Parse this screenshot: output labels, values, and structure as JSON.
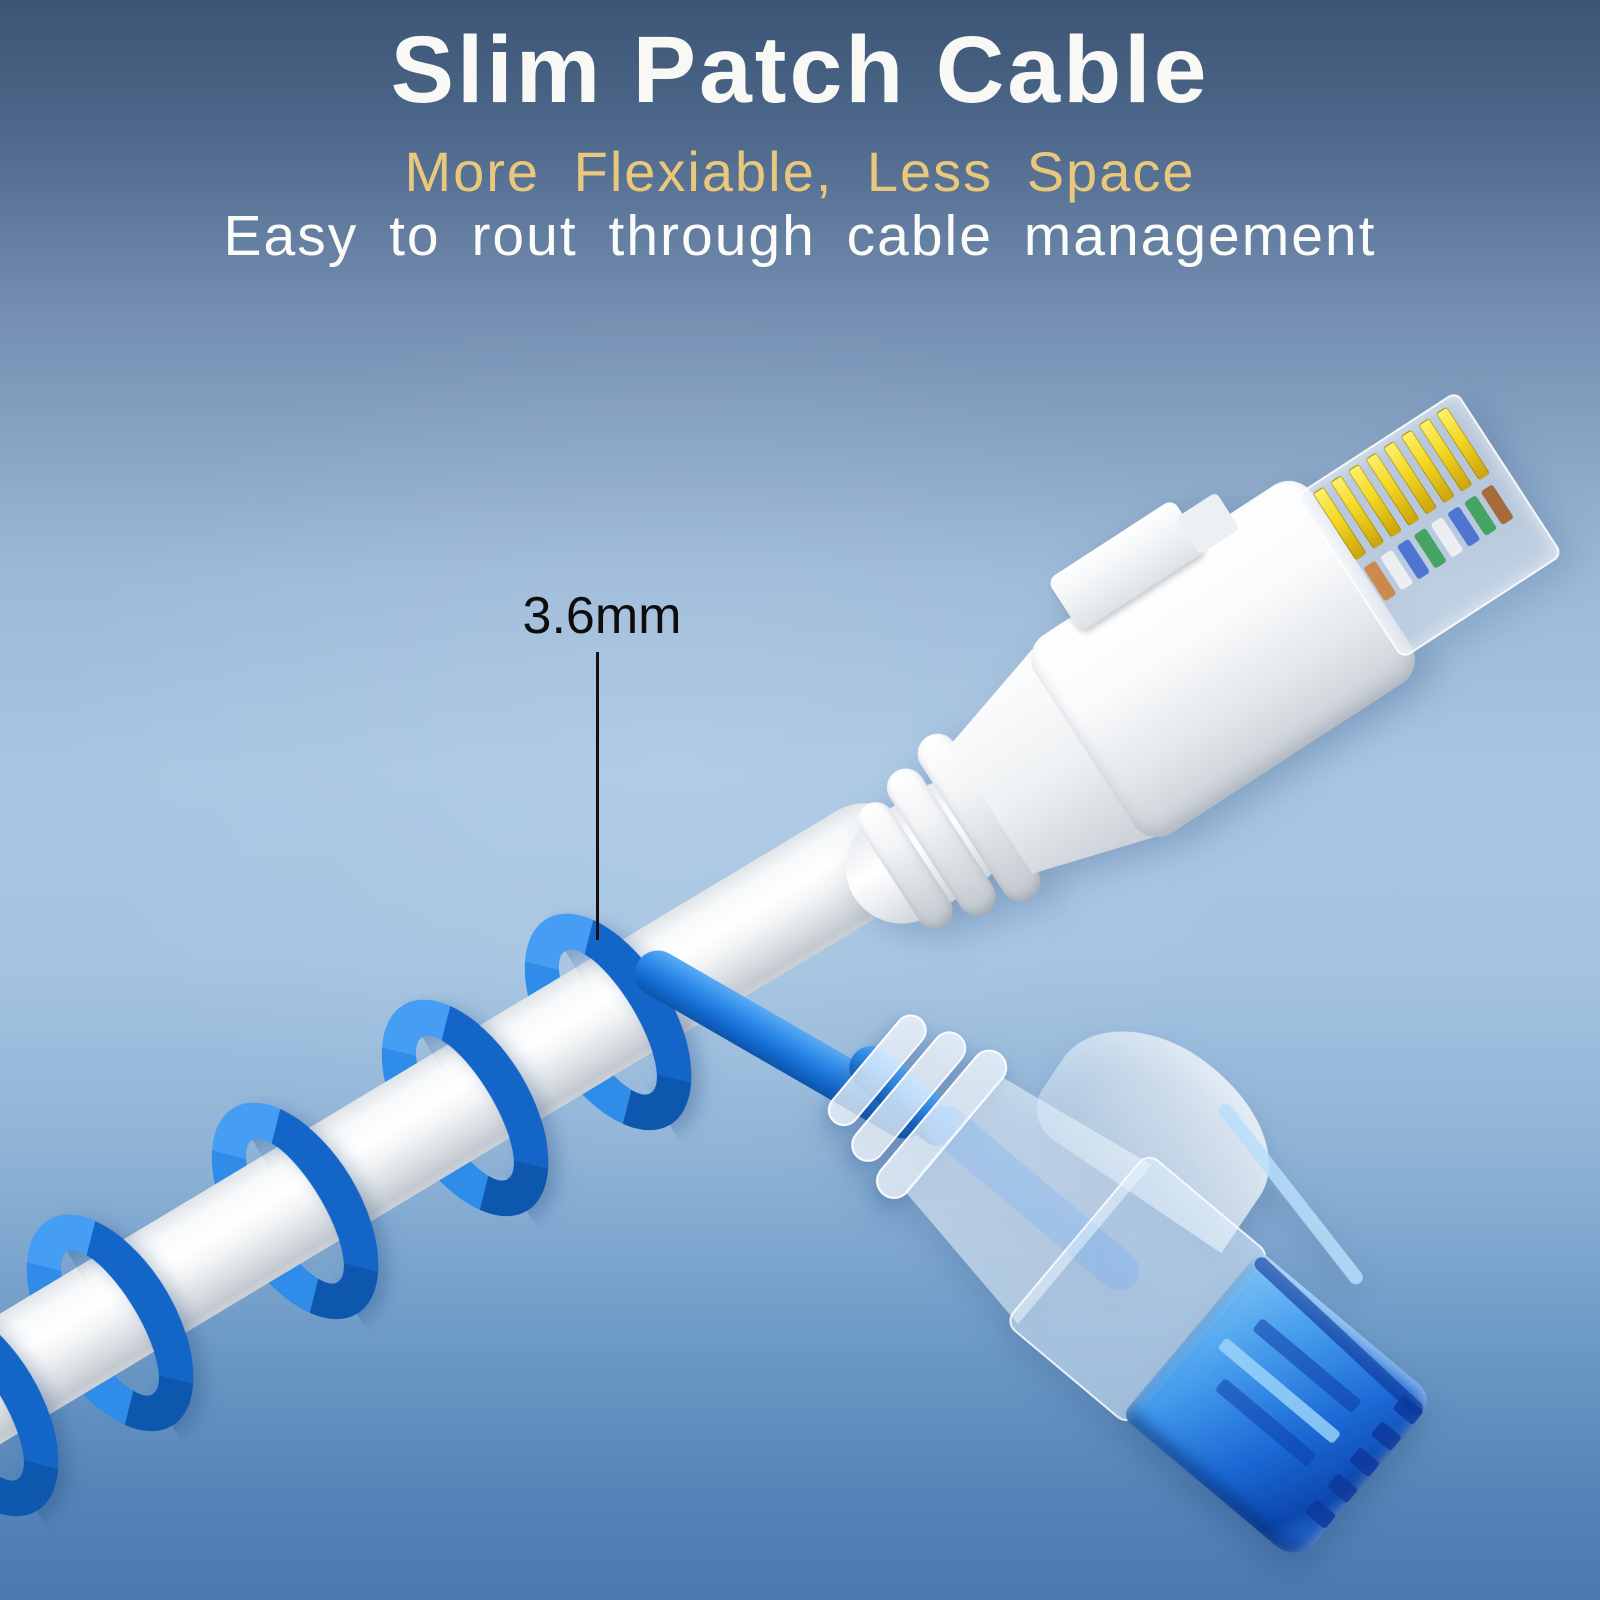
{
  "header": {
    "title": "Slim Patch Cable",
    "subtitle_accent": "More Flexiable, Less Space",
    "subtitle": "Easy to rout through cable management"
  },
  "callout": {
    "label": "3.6mm"
  },
  "colors": {
    "background_top": "#3d5575",
    "background_center": "#a8c6e2",
    "background_bottom": "#4a79b0",
    "title_text": "#f8f8f5",
    "accent_text": "#e9c87c",
    "callout_text": "#0d0d0d",
    "coil_blue": "#1c78d8",
    "cable_white": "#f5f7f9",
    "gold_pins": "#f3d722",
    "blue_connector": "#1a6fd6"
  },
  "scene": {
    "objects": [
      "white-patch-cable",
      "blue-slim-cable-coil",
      "white-rj45-connector",
      "blue-rj45-connector",
      "diameter-callout"
    ]
  }
}
